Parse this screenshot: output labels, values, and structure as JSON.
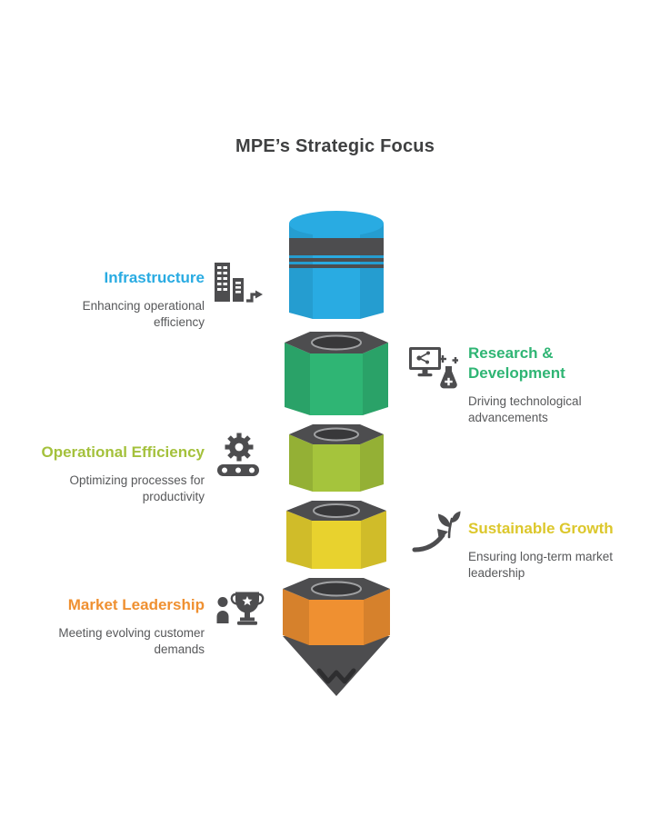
{
  "title": "MPE’s Strategic Focus",
  "items": [
    {
      "label": "Infrastructure",
      "desc": "Enhancing operational efficiency",
      "color": "#29abe2",
      "side": "left",
      "icon": "buildings-icon"
    },
    {
      "label": "Research & Development",
      "desc": "Driving technological advancements",
      "color": "#2fb574",
      "side": "right",
      "icon": "monitor-flask-icon"
    },
    {
      "label": "Operational Efficiency",
      "desc": "Optimizing processes for productivity",
      "color": "#a4c13c",
      "side": "left",
      "icon": "gears-icon"
    },
    {
      "label": "Sustainable Growth",
      "desc": "Ensuring long-term market leadership",
      "color": "#dcc72b",
      "side": "right",
      "icon": "growth-plant-icon"
    },
    {
      "label": "Market Leadership",
      "desc": "Meeting evolving customer demands",
      "color": "#ef9031",
      "side": "left",
      "icon": "trophy-icon"
    }
  ],
  "funnel": {
    "segment_colors": [
      "#29abe2",
      "#2fb574",
      "#a5c43c",
      "#e8d22e",
      "#ef9031"
    ],
    "face_color": "#4d4d4f",
    "hole_color": "#38383a",
    "hole_ring_color": "#a0a1a3",
    "tip_color": "#4d4d4f"
  }
}
